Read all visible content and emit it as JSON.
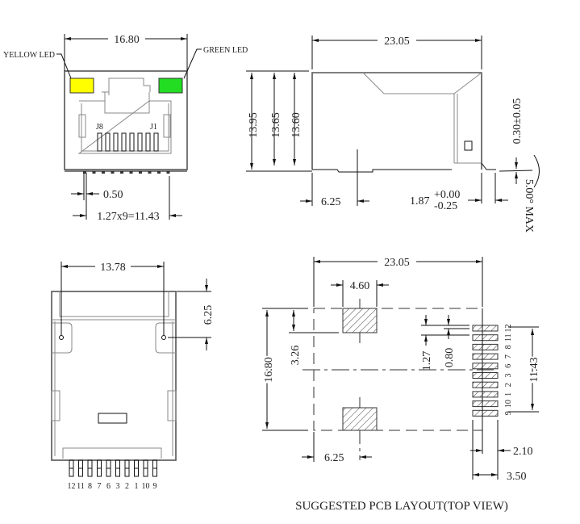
{
  "front_view": {
    "width_dim": "16.80",
    "yellow_led_label": "YELLOW LED",
    "green_led_label": "GREEN LED",
    "pin_j8": "J8",
    "pin_j1": "J1",
    "pin_width_dim": "0.50",
    "pin_span_dim": "1.27x9=11.43",
    "yellow_color": "#ffff00",
    "green_color": "#22dd22"
  },
  "side_view": {
    "length_dim": "23.05",
    "height_dims": [
      "13.95",
      "13.65",
      "13.60"
    ],
    "post_offset_dim": "6.25",
    "lead_dim": "1.87",
    "lead_tol_plus": "+0.00",
    "lead_tol_minus": "-0.25",
    "lead_thickness_dim": "0.30±0.05",
    "angle_dim": "5.00° MAX"
  },
  "bottom_view": {
    "post_spacing_dim": "13.78",
    "post_offset_dim": "6.25",
    "pin_labels": [
      "12",
      "11",
      "8",
      "7",
      "6",
      "3",
      "2",
      "1",
      "10",
      "9"
    ]
  },
  "pcb_layout": {
    "length_dim": "23.05",
    "pad_width_dim": "4.60",
    "width_dim": "16.80",
    "pad_offset_dim": "3.26",
    "pitch_dim": "1.27",
    "pad_height_dim": "0.80",
    "pin_span_dim": "11.43",
    "row_offset_dim": "2.10",
    "pad_length_dim": "3.50",
    "post_offset_dim": "6.25",
    "pin_labels": [
      "12",
      "11",
      "8",
      "7",
      "6",
      "3",
      "2",
      "1",
      "10",
      "9"
    ],
    "caption": "SUGGESTED PCB LAYOUT(TOP VIEW)"
  }
}
